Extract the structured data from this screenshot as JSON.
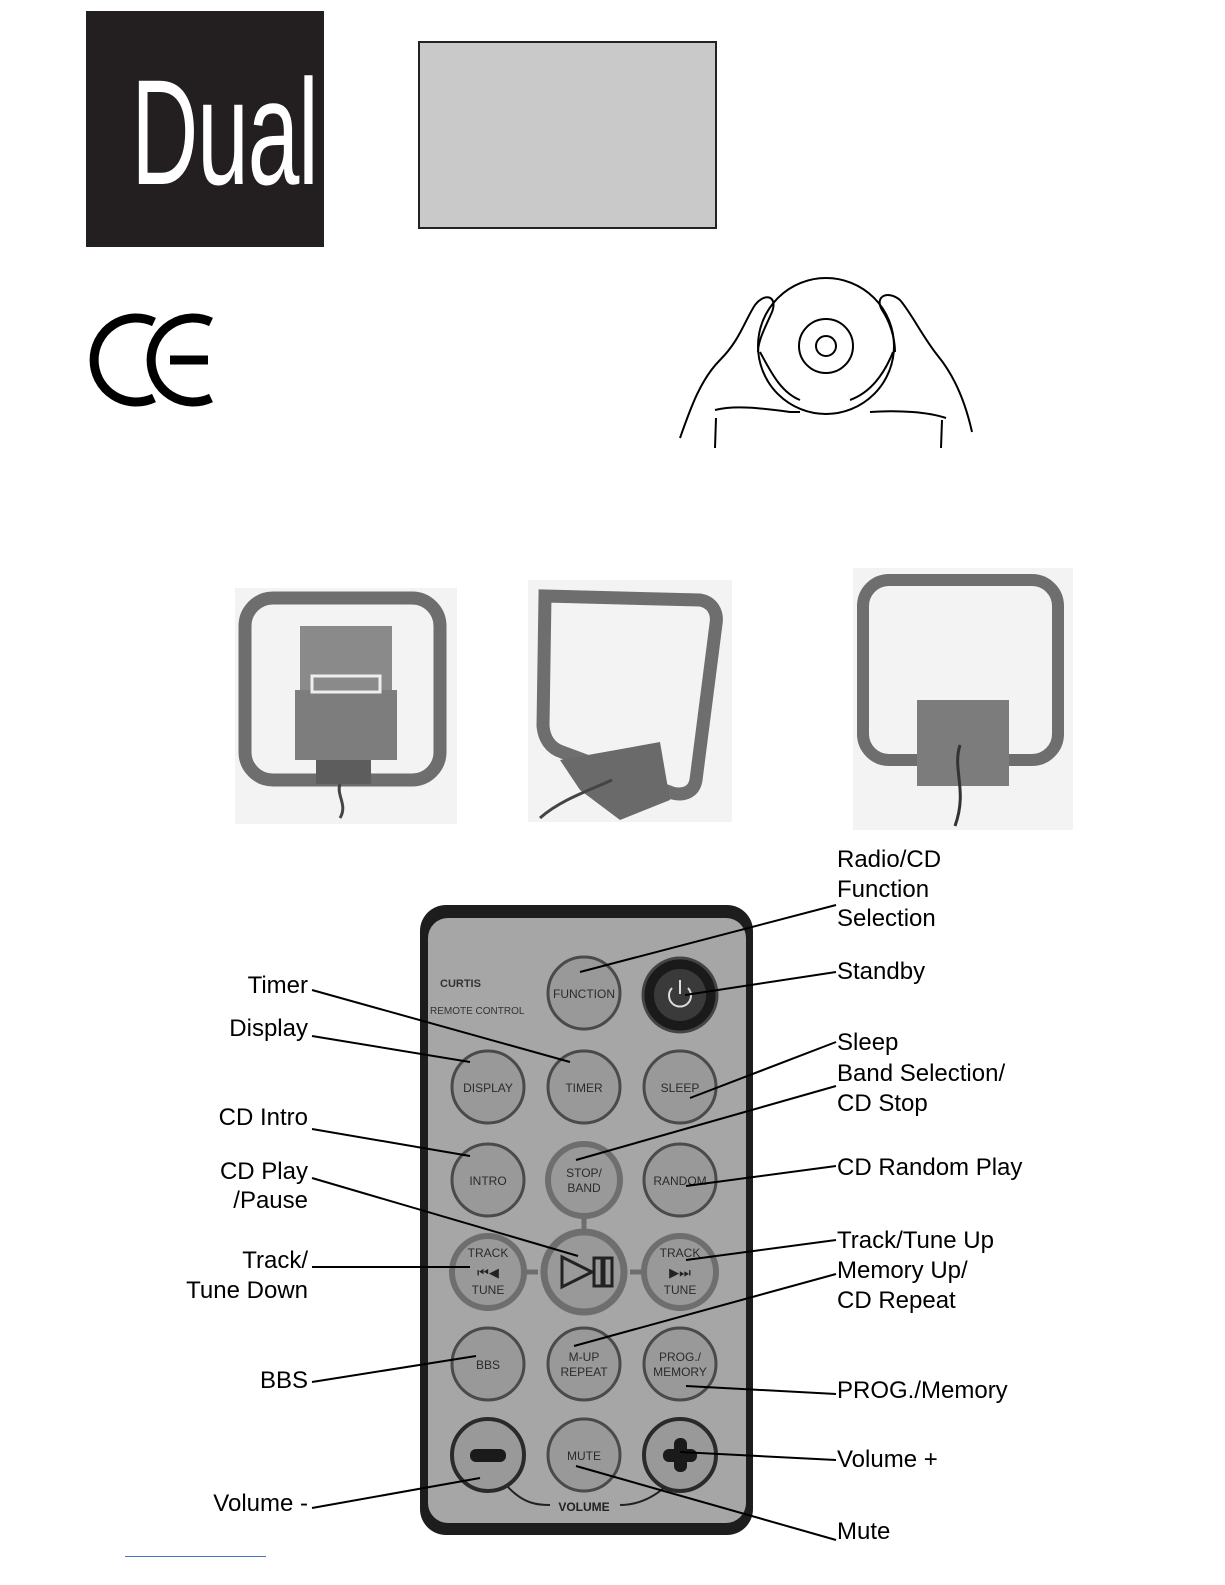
{
  "brand": {
    "logo_text": "Dual"
  },
  "remote": {
    "brand": "CURTIS",
    "subtitle": "REMOTE CONTROL",
    "buttons": {
      "function": "FUNCTION",
      "display": "DISPLAY",
      "timer": "TIMER",
      "sleep": "SLEEP",
      "intro": "INTRO",
      "stop_band_1": "STOP/",
      "stop_band_2": "BAND",
      "random": "RANDOM",
      "track": "TRACK",
      "tune": "TUNE",
      "bbs": "BBS",
      "mup_1": "M-UP",
      "mup_2": "REPEAT",
      "prog_1": "PROG./",
      "prog_2": "MEMORY",
      "mute": "MUTE",
      "volume": "VOLUME"
    }
  },
  "labels": {
    "radio_cd_1": "Radio/CD",
    "radio_cd_2": "Function",
    "radio_cd_3": "Selection",
    "standby": "Standby",
    "timer": "Timer",
    "display": "Display",
    "sleep": "Sleep",
    "band_1": "Band Selection/",
    "band_2": "CD Stop",
    "cd_intro": "CD Intro",
    "cd_play_1": "CD Play",
    "cd_play_2": "/Pause",
    "cd_random": "CD Random Play",
    "track_down_1": "Track/",
    "track_down_2": "Tune Down",
    "track_up": "Track/Tune Up",
    "memory_up_1": "Memory Up/",
    "memory_up_2": "CD Repeat",
    "bbs": "BBS",
    "prog": "PROG./Memory",
    "volume_plus": "Volume +",
    "volume_minus": "Volume -",
    "mute": "Mute"
  }
}
